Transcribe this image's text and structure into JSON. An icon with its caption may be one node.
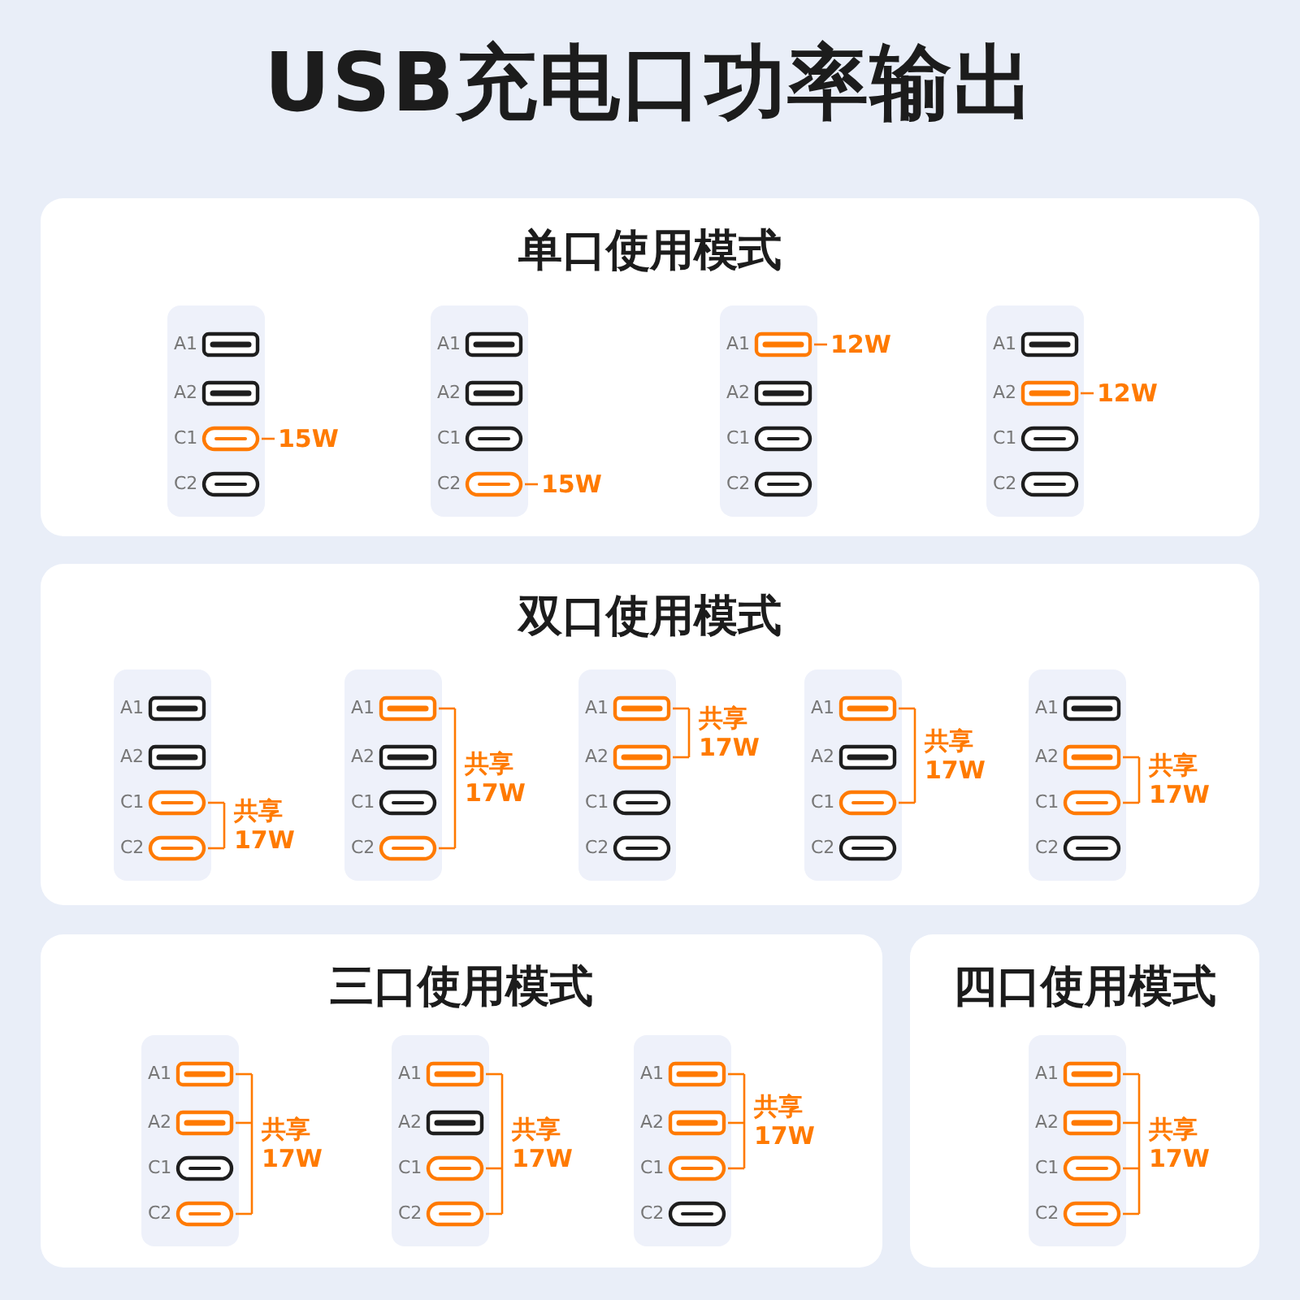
{
  "diagram": {
    "title": "USB充电口功率输出",
    "nodes": [
      {
        "text": [
          "单口使用模式"
        ]
      },
      {
        "text": [
          "A1",
          "A2",
          "C1",
          "C2"
        ],
        "in": 0,
        "beside": [
          "15W"
        ]
      },
      {
        "text": [
          "A1",
          "A2",
          "C1",
          "C2"
        ],
        "in": 0,
        "beside": [
          "15W"
        ]
      },
      {
        "text": [
          "A1",
          "A2",
          "C1",
          "C2"
        ],
        "in": 0,
        "beside": [
          "12W"
        ]
      },
      {
        "text": [
          "A1",
          "A2",
          "C1",
          "C2"
        ],
        "in": 0,
        "beside": [
          "12W"
        ]
      },
      {
        "text": [
          "双口使用模式"
        ]
      },
      {
        "text": [
          "A1",
          "A2",
          "C1",
          "C2"
        ],
        "in": 5,
        "beside": [
          "共享 17W"
        ]
      },
      {
        "text": [
          "A1",
          "A2",
          "C1",
          "C2"
        ],
        "in": 5,
        "beside": [
          "共享 17W"
        ]
      },
      {
        "text": [
          "A1",
          "A2",
          "C1",
          "C2"
        ],
        "in": 5,
        "beside": [
          "共享 17W"
        ]
      },
      {
        "text": [
          "A1",
          "A2",
          "C1",
          "C2"
        ],
        "in": 5,
        "beside": [
          "共享 17W"
        ]
      },
      {
        "text": [
          "A1",
          "A2",
          "C1",
          "C2"
        ],
        "in": 5,
        "beside": [
          "共享 17W"
        ]
      },
      {
        "text": [
          "三口使用模式"
        ]
      },
      {
        "text": [
          "A1",
          "A2",
          "C1",
          "C2"
        ],
        "in": 11,
        "beside": [
          "共享 17W"
        ]
      },
      {
        "text": [
          "A1",
          "A2",
          "C1",
          "C2"
        ],
        "in": 11,
        "beside": [
          "共享 17W"
        ]
      },
      {
        "text": [
          "A1",
          "A2",
          "C1",
          "C2"
        ],
        "in": 11,
        "beside": [
          "共享 17W"
        ]
      },
      {
        "text": [
          "四口使用模式"
        ]
      },
      {
        "text": [
          "A1",
          "A2",
          "C1",
          "C2"
        ],
        "in": 15,
        "beside": [
          "共享 17W"
        ]
      }
    ]
  }
}
